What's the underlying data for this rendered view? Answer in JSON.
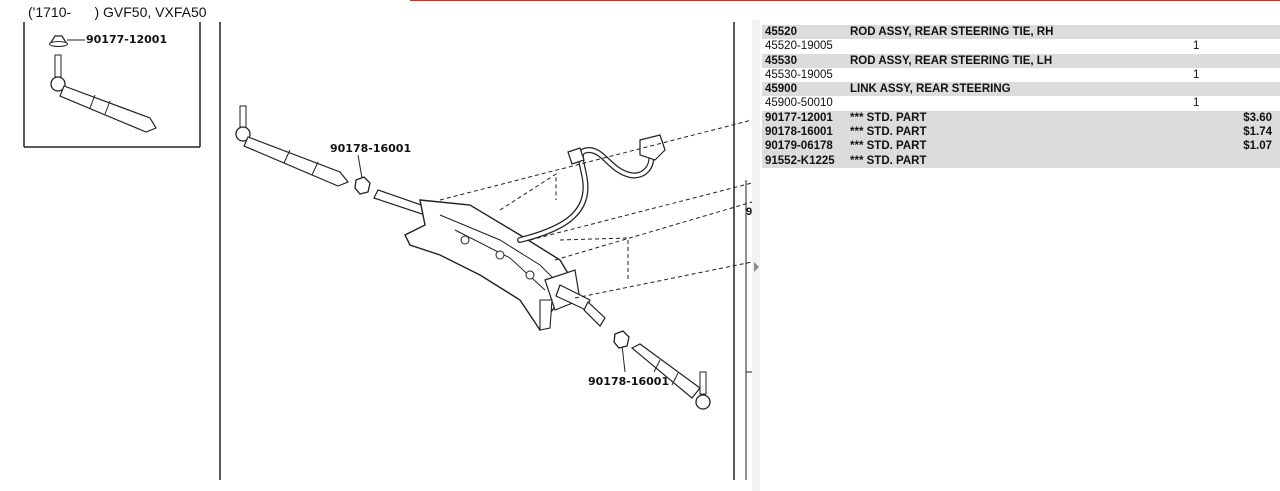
{
  "header": {
    "title": "('1710-      ) GVF50, VXFA50"
  },
  "diagram": {
    "callouts": {
      "inset": "90177-12001",
      "left_nut": "90178-16001",
      "right_nut": "90178-16001"
    },
    "edge_label": "9"
  },
  "parts_table": {
    "rows": [
      {
        "type": "group",
        "part_no": "45520",
        "desc": "ROD ASSY, REAR STEERING TIE, RH",
        "qty": "",
        "price": ""
      },
      {
        "type": "sub",
        "part_no": "45520-19005",
        "desc": "",
        "qty": "1",
        "price": ""
      },
      {
        "type": "group",
        "part_no": "45530",
        "desc": "ROD ASSY, REAR STEERING TIE, LH",
        "qty": "",
        "price": ""
      },
      {
        "type": "sub",
        "part_no": "45530-19005",
        "desc": "",
        "qty": "1",
        "price": ""
      },
      {
        "type": "group",
        "part_no": "45900",
        "desc": "LINK ASSY, REAR STEERING",
        "qty": "",
        "price": ""
      },
      {
        "type": "sub",
        "part_no": "45900-50010",
        "desc": "",
        "qty": "1",
        "price": ""
      },
      {
        "type": "std",
        "part_no": "90177-12001",
        "desc": "*** STD. PART",
        "qty": "",
        "price": "$3.60"
      },
      {
        "type": "std",
        "part_no": "90178-16001",
        "desc": "*** STD. PART",
        "qty": "",
        "price": "$1.74"
      },
      {
        "type": "std",
        "part_no": "90179-06178",
        "desc": "*** STD. PART",
        "qty": "",
        "price": "$1.07"
      },
      {
        "type": "std",
        "part_no": "91552-K1225",
        "desc": "*** STD. PART",
        "qty": "",
        "price": ""
      }
    ]
  }
}
